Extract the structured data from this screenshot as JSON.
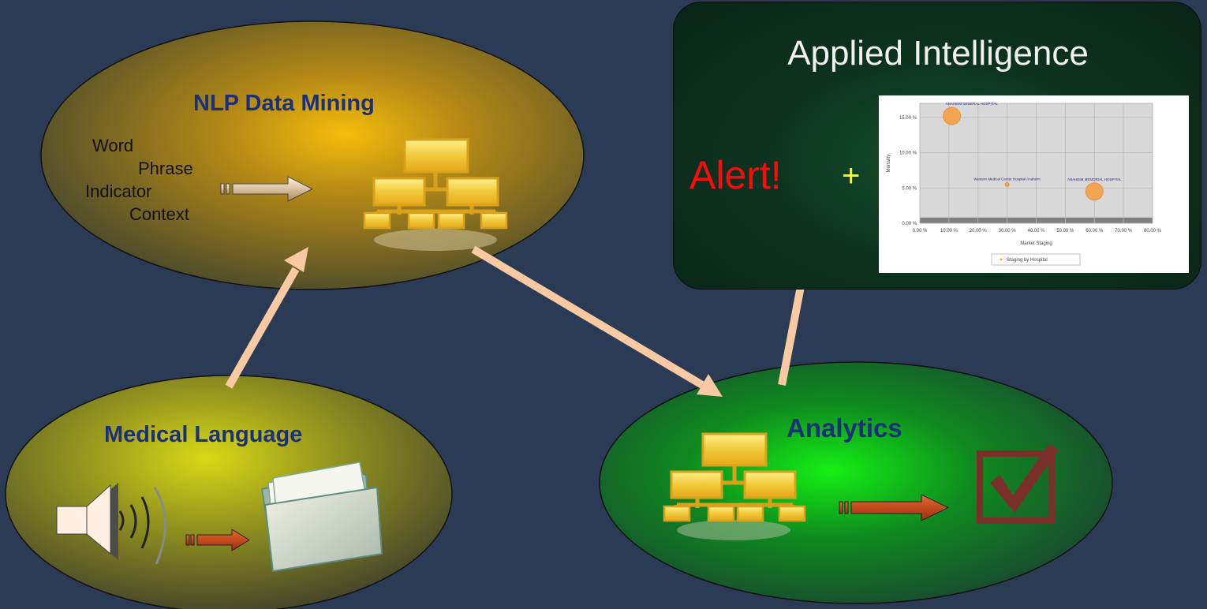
{
  "nodes": {
    "nlp": {
      "title": "NLP Data Mining",
      "labels": [
        "Word",
        "Phrase",
        "Indicator",
        "Context"
      ]
    },
    "medical": {
      "title": "Medical Language"
    },
    "analytics": {
      "title": "Analytics"
    }
  },
  "panel": {
    "title": "Applied Intelligence",
    "alert": "Alert!",
    "plus": "+"
  },
  "colors": {
    "background": "#2c3b55",
    "title_text": "#1b2f7a",
    "flow_arrow": "#f8c9a2",
    "alert": "#ff0a0a",
    "plus": "#ffff00",
    "panel_bg": "#0d3320",
    "checkbox": "#7a3028"
  },
  "chart_data": {
    "type": "scatter",
    "title": "",
    "xlabel": "Market Staging",
    "ylabel": "Mortality",
    "xlim": [
      0,
      80
    ],
    "ylim": [
      0,
      17
    ],
    "x_ticks": [
      "0.00 %",
      "10.00 %",
      "20.00 %",
      "30.00 %",
      "40.00 %",
      "50.00 %",
      "60.00 %",
      "70.00 %",
      "80.00 %"
    ],
    "y_ticks": [
      "0.00 %",
      "5.00 %",
      "10.00 %",
      "15.00 %"
    ],
    "legend": "Staging by Hospital",
    "grid": true,
    "points": [
      {
        "label": "ANAHEIM GENERAL HOSPITAL",
        "x": 11,
        "y": 15.2,
        "size": 22
      },
      {
        "label": "Western Medical Center Hospital Anaheim",
        "x": 30,
        "y": 5.5,
        "size": 5
      },
      {
        "label": "ANAHEIM MEMORIAL HOSPITAL",
        "x": 60,
        "y": 4.5,
        "size": 22
      }
    ]
  }
}
